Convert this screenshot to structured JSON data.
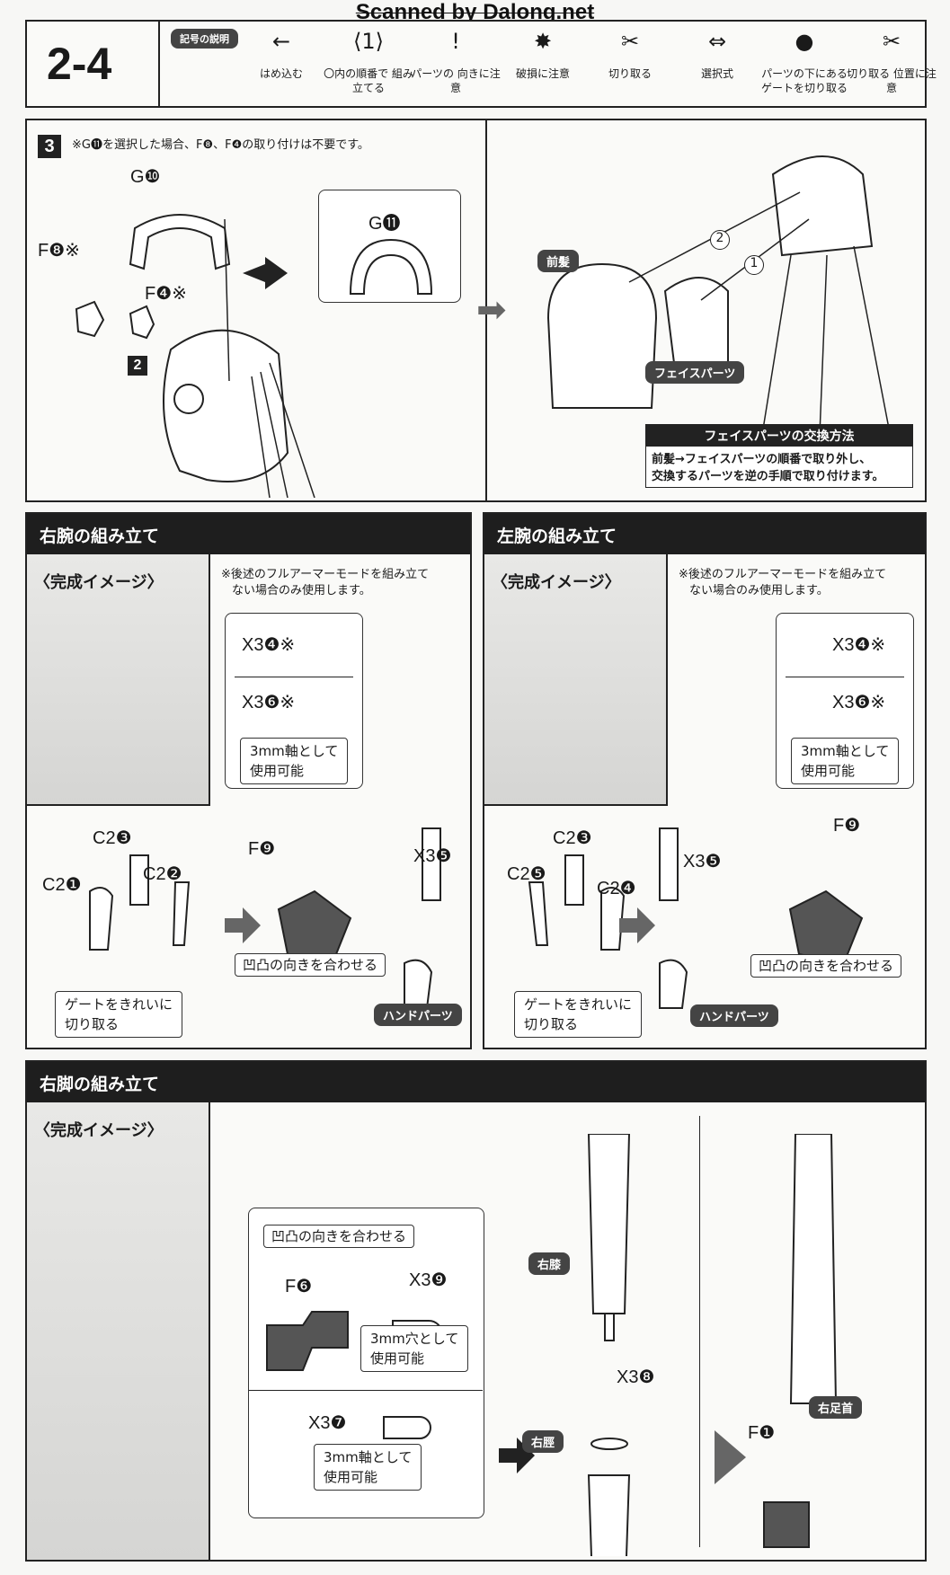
{
  "watermark": "Scanned by Dalong.net",
  "header": {
    "step": "2-4",
    "legend_title": "記号の説明",
    "legend": [
      {
        "icon": "arrow-left-icon",
        "glyph": "←",
        "label": "はめ込む"
      },
      {
        "icon": "hexagon-number-icon",
        "glyph": "⟨1⟩",
        "label": "〇内の順番で 組み立てる"
      },
      {
        "icon": "exclamation-icon",
        "glyph": "!",
        "label": "パーツの 向きに注意"
      },
      {
        "icon": "damage-icon",
        "glyph": "✸",
        "label": "破損に注意"
      },
      {
        "icon": "cut-icon",
        "glyph": "✂",
        "label": "切り取る"
      },
      {
        "icon": "select-arrow-icon",
        "glyph": "⇔",
        "label": "選択式"
      },
      {
        "icon": "gate-cut-icon",
        "glyph": "●",
        "label": "パーツの下にある ゲートを切り取る"
      },
      {
        "icon": "cut-position-icon",
        "glyph": "✂",
        "label": "切り取る 位置に注意"
      }
    ]
  },
  "step3": {
    "number": "3",
    "note": "※G⓫を選択した場合、F❽、F❹の取り付けは不要です。",
    "labels": {
      "g10": "G❿",
      "f8": "F❽※",
      "f4": "F❹※",
      "g11": "G⓫",
      "sub_step": "2",
      "order1": "1",
      "order2": "2"
    },
    "bangs": "前髪",
    "face_parts": "フェイスパーツ",
    "face_box": {
      "title": "フェイスパーツの交換方法",
      "line1": "前髪→フェイスパーツの順番で取り外し、",
      "line2": "交換するパーツを逆の手順で取り付けます。"
    }
  },
  "right_arm": {
    "title": "右腕の組み立て",
    "image_label": "〈完成イメージ〉",
    "note1": "※後述のフルアーマーモードを組み立て",
    "note2": "ない場合のみ使用します。",
    "x3_4": "X3❹※",
    "x3_6": "X3❻※",
    "axis1": "3mm軸として",
    "axis2": "使用可能",
    "c2_3": "C2❸",
    "c2_1": "C2❶",
    "c2_2": "C2❷",
    "f9": "F❾",
    "x3_5": "X3❺",
    "gate1": "ゲートをきれいに",
    "gate2": "切り取る",
    "align": "凹凸の向きを合わせる",
    "hand": "ハンドパーツ"
  },
  "left_arm": {
    "title": "左腕の組み立て",
    "image_label": "〈完成イメージ〉",
    "note1": "※後述のフルアーマーモードを組み立て",
    "note2": "ない場合のみ使用します。",
    "x3_4": "X3❹※",
    "x3_6": "X3❻※",
    "axis1": "3mm軸として",
    "axis2": "使用可能",
    "c2_3": "C2❸",
    "c2_5": "C2❺",
    "c2_4": "C2❹",
    "f9": "F❾",
    "x3_5": "X3❺",
    "gate1": "ゲートをきれいに",
    "gate2": "切り取る",
    "align": "凹凸の向きを合わせる",
    "hand": "ハンドパーツ"
  },
  "right_leg": {
    "title": "右脚の組み立て",
    "image_label": "〈完成イメージ〉",
    "align": "凹凸の向きを合わせる",
    "f6": "F❻",
    "x3_9": "X3❾",
    "hole1": "3mm穴として",
    "hole2": "使用可能",
    "x3_7": "X3❼",
    "axis1": "3mm軸として",
    "axis2": "使用可能",
    "knee": "右膝",
    "x3_8": "X3❽",
    "shin": "右脛",
    "ankle": "右足首",
    "f1": "F❶"
  }
}
